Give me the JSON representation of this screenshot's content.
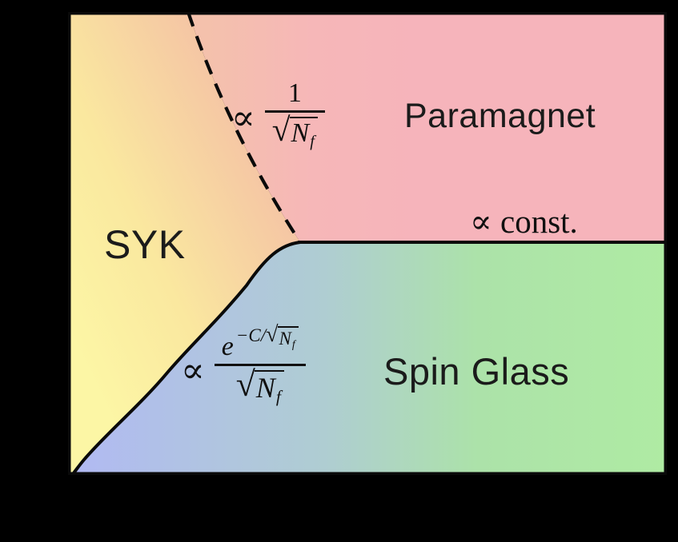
{
  "figure": {
    "type": "phase-diagram",
    "description_visible": "Three-region phase diagram with black margins and a rectangular plot frame",
    "regions": [
      {
        "label": "SYK",
        "position": "left",
        "fill_style": "yellow-to-peach gradient"
      },
      {
        "label": "Paramagnet",
        "position": "top-right",
        "fill_style": "pink"
      },
      {
        "label": "Spin Glass",
        "position": "bottom-right",
        "fill_style": "periwinkle-to-green gradient"
      }
    ],
    "boundaries": [
      {
        "between": "SYK / Paramagnet",
        "style": "dashed",
        "scaling_text": "∝ 1/√N_f"
      },
      {
        "between": "Paramagnet / Spin Glass",
        "style": "solid horizontal",
        "scaling_text": "∝ const."
      },
      {
        "between": "SYK / Spin Glass",
        "style": "solid curve",
        "scaling_text": "∝ e^(−C/√N_f)/√N_f"
      }
    ]
  },
  "labels": {
    "syk": "SYK",
    "paramagnet": "Paramagnet",
    "spin_glass": "Spin Glass"
  },
  "formulas": {
    "crossover": {
      "propto": "∝",
      "numerator": "1",
      "radical": "√",
      "symbol": "N",
      "subscript": "f"
    },
    "paramagnet_transition": {
      "text": "∝ const."
    },
    "spin_glass_transition": {
      "propto": "∝",
      "base": "e",
      "exponent_prefix": "−C/",
      "exponent_radical": "√",
      "exponent_symbol": "N",
      "exponent_subscript": "f",
      "den_radical": "√",
      "den_symbol": "N",
      "den_subscript": "f"
    }
  },
  "colors": {
    "background": "#000000",
    "line": "#0a0a0a",
    "text": "#1b1b1b",
    "syk": [
      "#FCF6A5",
      "#FAE89F",
      "#F5C6A4"
    ],
    "paramagnet": [
      "#F4C1AC",
      "#F6B7B8",
      "#F6B4BB"
    ],
    "spin_glass": [
      "#B1BAF2",
      "#AFCDD2",
      "#ACE2A9",
      "#AFEBA3"
    ]
  }
}
